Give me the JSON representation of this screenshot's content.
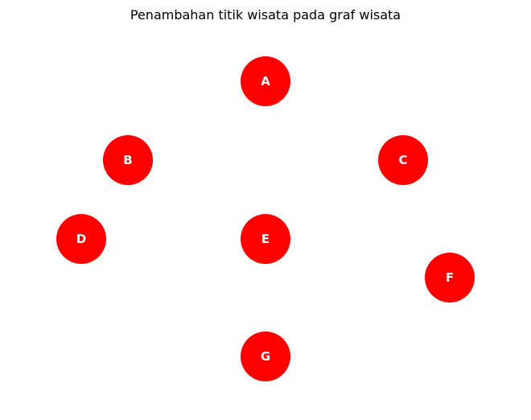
{
  "title": "Penambahan titik wisata pada graf wisata",
  "node_color": "#ff0000",
  "label_color": "#ffffff",
  "nodes": [
    {
      "id": "A",
      "label": "A"
    },
    {
      "id": "B",
      "label": "B"
    },
    {
      "id": "C",
      "label": "C"
    },
    {
      "id": "D",
      "label": "D"
    },
    {
      "id": "E",
      "label": "E"
    },
    {
      "id": "F",
      "label": "F"
    },
    {
      "id": "G",
      "label": "G"
    }
  ],
  "edges": []
}
